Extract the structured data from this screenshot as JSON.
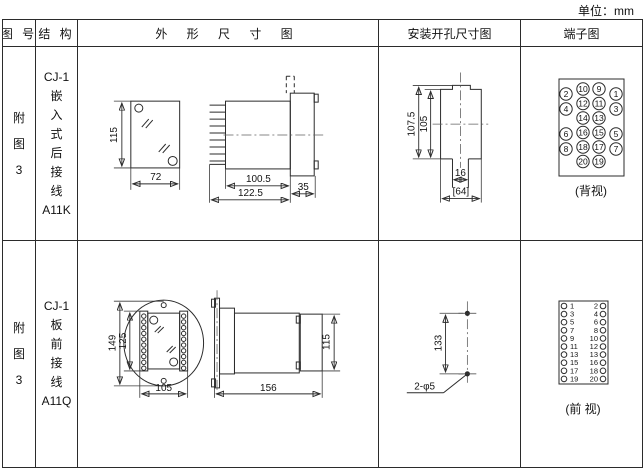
{
  "unit_label": "单位：mm",
  "headers": {
    "figure": "图 号",
    "structure": "结 构",
    "outline": "外 形 尺 寸 图",
    "install": "安装开孔尺寸图",
    "terminal": "端子图"
  },
  "rows": [
    {
      "figure_no": [
        "附",
        "图",
        "3"
      ],
      "structure": [
        "CJ-1",
        "嵌",
        "入",
        "式",
        "后",
        "接",
        "线",
        "A11K"
      ],
      "outline": {
        "height": "115",
        "width": "72",
        "body_len": "100.5",
        "total_len": "122.5",
        "flange": "35"
      },
      "install": {
        "outer_h": "107.5",
        "inner_h": "105",
        "slot_w": "16",
        "cutout_w": "[64]"
      },
      "terminal": {
        "caption": "(背视)",
        "cols": {
          "outer_left": [
            "2",
            "4",
            "6",
            "8"
          ],
          "mid_left": [
            "10",
            "12",
            "14",
            "16",
            "18",
            "20"
          ],
          "mid_right": [
            "9",
            "11",
            "13",
            "15",
            "17",
            "19"
          ],
          "outer_right": [
            "1",
            "3",
            "5",
            "7"
          ]
        }
      }
    },
    {
      "figure_no": [
        "附",
        "图",
        "3"
      ],
      "structure": [
        "CJ-1",
        "板",
        "前",
        "接",
        "线",
        "A11Q"
      ],
      "outline": {
        "outer_h": "149",
        "inner_h": "125",
        "width": "105",
        "length": "156",
        "height": "115"
      },
      "install": {
        "spacing": "133",
        "holes_label": "2-φ5"
      },
      "terminal": {
        "caption": "(前 视)",
        "left": [
          "1",
          "3",
          "5",
          "7",
          "9",
          "11",
          "13",
          "15",
          "17",
          "19"
        ],
        "right": [
          "2",
          "4",
          "6",
          "8",
          "10",
          "12",
          "13",
          "16",
          "18",
          "20"
        ]
      }
    }
  ]
}
